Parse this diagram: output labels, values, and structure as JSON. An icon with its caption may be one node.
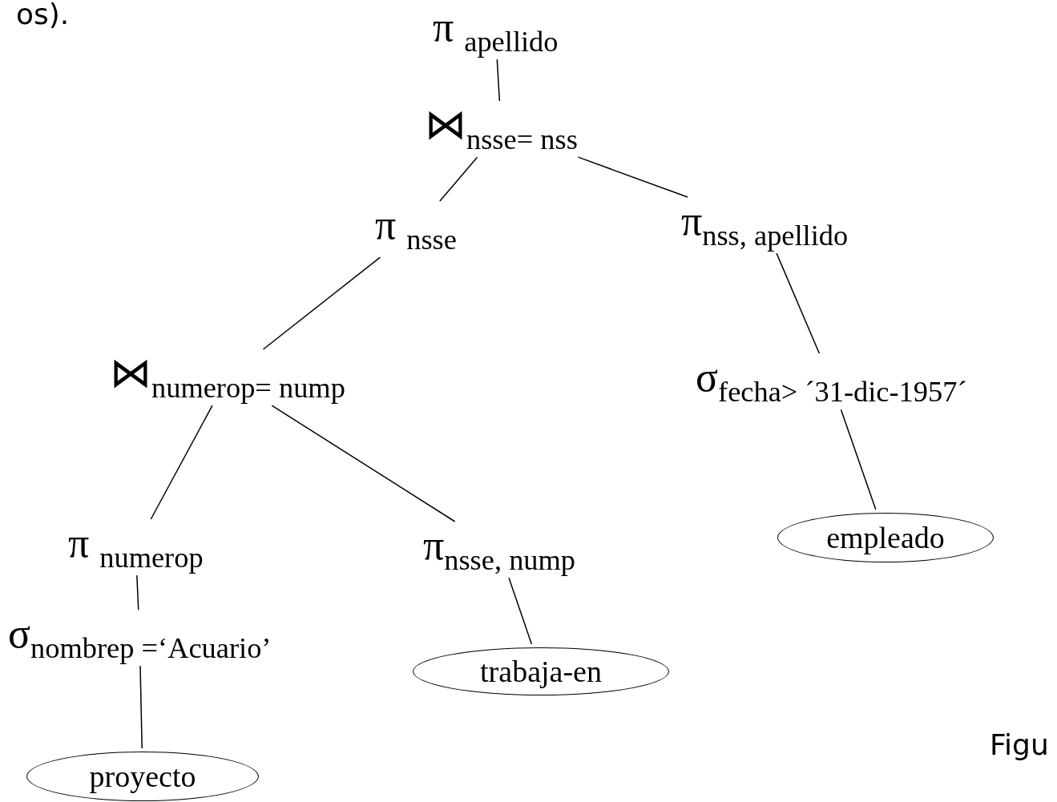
{
  "diagram": {
    "nodes": [
      {
        "text": [
          "π $_{apellido}$"
        ]
      },
      {
        "text": [
          "⋈$_{nsse= nss}$"
        ]
      },
      {
        "text": [
          "π $_{nsse}$"
        ]
      },
      {
        "text": [
          "π$_{nss, apellido}$"
        ]
      },
      {
        "text": [
          "⋈$_{numerop= nump}$"
        ]
      },
      {
        "text": [
          "σ$_{fecha> ´31-dic-1957´}$"
        ]
      },
      {
        "text": [
          "π $_{numerop}$"
        ]
      },
      {
        "text": [
          "π$_{nsse, nump}$"
        ]
      },
      {
        "text": [
          "empleado"
        ]
      },
      {
        "text": [
          "σ$_{nombrep =‘Acuario’}$"
        ]
      },
      {
        "text": [
          "trabaja-en"
        ]
      },
      {
        "text": [
          "proyecto"
        ]
      }
    ],
    "edges": [
      {
        "from": 0,
        "to": 1,
        "arrow": "none"
      },
      {
        "from": 1,
        "to": 2,
        "arrow": "none"
      },
      {
        "from": 1,
        "to": 3,
        "arrow": "none"
      },
      {
        "from": 2,
        "to": 4,
        "arrow": "none"
      },
      {
        "from": 3,
        "to": 5,
        "arrow": "none"
      },
      {
        "from": 4,
        "to": 6,
        "arrow": "none"
      },
      {
        "from": 4,
        "to": 7,
        "arrow": "none"
      },
      {
        "from": 5,
        "to": 8,
        "arrow": "none"
      },
      {
        "from": 6,
        "to": 9,
        "arrow": "none"
      },
      {
        "from": 9,
        "to": 11,
        "arrow": "none"
      },
      {
        "from": 7,
        "to": 10,
        "arrow": "none"
      }
    ],
    "labels": [
      "os).",
      "Figu"
    ]
  }
}
